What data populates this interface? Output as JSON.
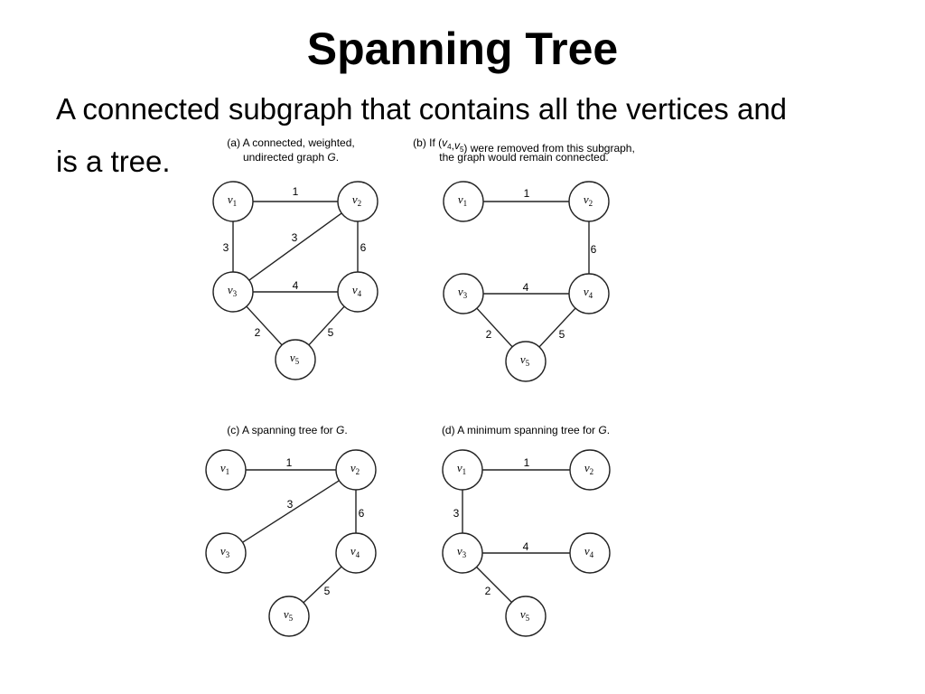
{
  "slide": {
    "title": "Spanning Tree",
    "body_line1": "A connected subgraph that contains all the vertices and",
    "body_line2": "is a tree."
  },
  "graphs": [
    {
      "id": "a",
      "caption_lines": [
        "(a) A connected, weighted,",
        "undirected graph G."
      ],
      "vertices": [
        "v1",
        "v2",
        "v3",
        "v4",
        "v5"
      ],
      "edges": [
        {
          "from": "v1",
          "to": "v2",
          "weight": "1"
        },
        {
          "from": "v1",
          "to": "v3",
          "weight": "3"
        },
        {
          "from": "v2",
          "to": "v3",
          "weight": "3"
        },
        {
          "from": "v2",
          "to": "v4",
          "weight": "6"
        },
        {
          "from": "v3",
          "to": "v4",
          "weight": "4"
        },
        {
          "from": "v3",
          "to": "v5",
          "weight": "2"
        },
        {
          "from": "v4",
          "to": "v5",
          "weight": "5"
        }
      ]
    },
    {
      "id": "b",
      "caption_lines": [
        "(b) If (v4,v5) were removed from this subgraph,",
        "the graph would remain connected."
      ],
      "vertices": [
        "v1",
        "v2",
        "v3",
        "v4",
        "v5"
      ],
      "edges": [
        {
          "from": "v1",
          "to": "v2",
          "weight": "1"
        },
        {
          "from": "v2",
          "to": "v4",
          "weight": "6"
        },
        {
          "from": "v3",
          "to": "v4",
          "weight": "4"
        },
        {
          "from": "v3",
          "to": "v5",
          "weight": "2"
        },
        {
          "from": "v4",
          "to": "v5",
          "weight": "5"
        }
      ]
    },
    {
      "id": "c",
      "caption_lines": [
        "(c) A spanning tree for G."
      ],
      "vertices": [
        "v1",
        "v2",
        "v3",
        "v4",
        "v5"
      ],
      "edges": [
        {
          "from": "v1",
          "to": "v2",
          "weight": "1"
        },
        {
          "from": "v2",
          "to": "v3",
          "weight": "3"
        },
        {
          "from": "v2",
          "to": "v4",
          "weight": "6"
        },
        {
          "from": "v4",
          "to": "v5",
          "weight": "5"
        }
      ]
    },
    {
      "id": "d",
      "caption_lines": [
        "(d) A minimum spanning tree for G."
      ],
      "vertices": [
        "v1",
        "v2",
        "v3",
        "v4",
        "v5"
      ],
      "edges": [
        {
          "from": "v1",
          "to": "v2",
          "weight": "1"
        },
        {
          "from": "v1",
          "to": "v3",
          "weight": "3"
        },
        {
          "from": "v3",
          "to": "v4",
          "weight": "4"
        },
        {
          "from": "v3",
          "to": "v5",
          "weight": "2"
        }
      ]
    }
  ]
}
